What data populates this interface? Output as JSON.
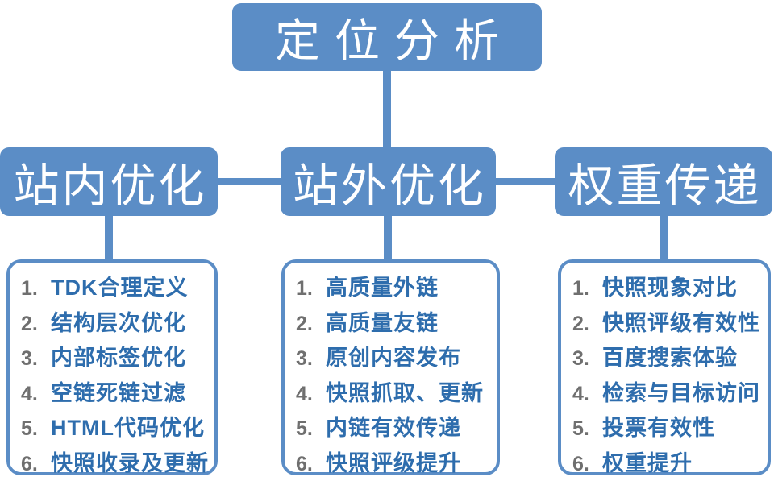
{
  "colors": {
    "node_fill": "#5B8DC6",
    "connector": "#5B8DC6",
    "box_border": "#5B8DC6",
    "node_text": "#FFFFFF",
    "item_text_blue": "#2E6DAD",
    "item_number_gray": "#6F6F6F"
  },
  "root": {
    "label": "定位分析"
  },
  "branches": [
    {
      "label": "站内优化",
      "items": [
        {
          "num": "1.",
          "text": "TDK合理定义"
        },
        {
          "num": "2.",
          "text": "结构层次优化"
        },
        {
          "num": "3.",
          "text": "内部标签优化"
        },
        {
          "num": "4.",
          "text": "空链死链过滤"
        },
        {
          "num": "5.",
          "text": "HTML代码优化"
        },
        {
          "num": "6.",
          "text": "快照收录及更新"
        }
      ]
    },
    {
      "label": "站外优化",
      "items": [
        {
          "num": "1.",
          "text": "高质量外链"
        },
        {
          "num": "2.",
          "text": "高质量友链"
        },
        {
          "num": "3.",
          "text": "原创内容发布"
        },
        {
          "num": "4.",
          "text": "快照抓取、更新"
        },
        {
          "num": "5.",
          "text": "内链有效传递"
        },
        {
          "num": "6.",
          "text": "快照评级提升"
        }
      ]
    },
    {
      "label": "权重传递",
      "items": [
        {
          "num": "1.",
          "text": "快照现象对比"
        },
        {
          "num": "2.",
          "text": "快照评级有效性"
        },
        {
          "num": "3.",
          "text": "百度搜索体验"
        },
        {
          "num": "4.",
          "text": "检索与目标访问"
        },
        {
          "num": "5.",
          "text": "投票有效性"
        },
        {
          "num": "6.",
          "text": "权重提升"
        }
      ]
    }
  ]
}
